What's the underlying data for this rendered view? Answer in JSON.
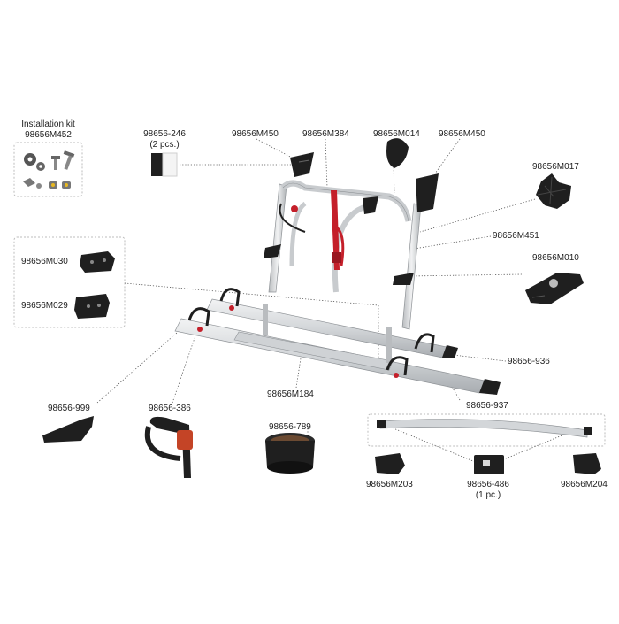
{
  "labels": {
    "install_kit_title": "Installation kit",
    "install_kit_code": "98656M452",
    "p_246": "98656-246",
    "p_246_qty": "(2 pcs.)",
    "p_m450_left": "98656M450",
    "p_m384": "98656M384",
    "p_m014": "98656M014",
    "p_m450_right": "98656M450",
    "p_m017": "98656M017",
    "p_m451": "98656M451",
    "p_m010": "98656M010",
    "p_m030": "98656M030",
    "p_m029": "98656M029",
    "p_936": "98656-936",
    "p_m184": "98656M184",
    "p_937": "98656-937",
    "p_999": "98656-999",
    "p_386": "98656-386",
    "p_789": "98656-789",
    "p_m203": "98656M203",
    "p_486": "98656-486",
    "p_486_qty": "(1 pc.)",
    "p_m204": "98656M204"
  },
  "colors": {
    "frame": "#d7d9dc",
    "frame_edge": "#8e9296",
    "part_dark": "#1f1f1f",
    "strap_red": "#c41f2a",
    "leader": "#555555",
    "box_border": "#bdbdbd"
  }
}
